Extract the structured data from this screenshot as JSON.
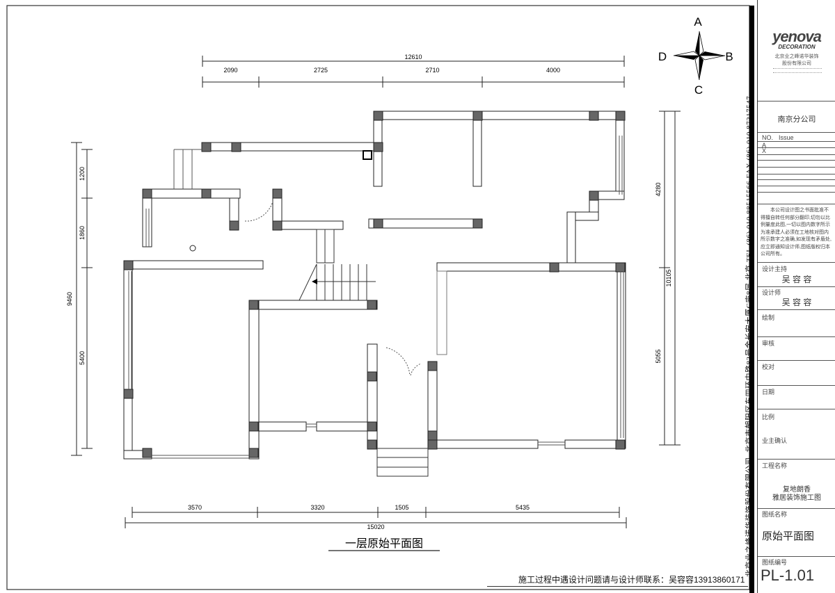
{
  "drawing": {
    "title": "一层原始平面图",
    "compass": {
      "north": "A",
      "east": "B",
      "south": "C",
      "west": "D"
    },
    "dimensions": {
      "top_total": "12610",
      "top": [
        "2090",
        "2725",
        "2710",
        "4000"
      ],
      "left_total": "9460",
      "left": [
        "1200",
        "1860",
        "5400"
      ],
      "right_total": "10105",
      "right": [
        "4280",
        "5055"
      ],
      "bottom_total": "15020",
      "bottom": [
        "3570",
        "3320",
        "1505",
        "5435"
      ]
    },
    "footer_note": "施工过程中遇设计问题请与设计师联系：吴容容13913860171"
  },
  "side_banner": "北京业之峰诺华装饰股份有限公司. 北京市朝阳区东四环中路82号金长安大厦C座8层   北京  TEL (86) 010 88515566   FAX (86) 010 87217547",
  "title_block": {
    "logo": "yenova",
    "logo_sub": "DECORATION",
    "company": "北京业之峰诺华装饰",
    "company2": "股份有限公司",
    "branch": "南京分公司",
    "issue_header_no": "NO.",
    "issue_header": "Issue",
    "issue_rows": [
      "A",
      "X"
    ],
    "notice": "本公司设计图之书面批准不得擅自转任何部分翻印,切勿以比例量度此图,一切以图内数字所示为准承建人必须在工地核对图内所示数字之准确,如发现有矛盾处,应立即通知设计师,图纸版权归本公司所有。",
    "design_lead_label": "设计主持",
    "design_lead": "吴 容 容",
    "designer_label": "设计师",
    "designer": "吴 容 容",
    "drawn_label": "绘制",
    "review_label": "审核",
    "check_label": "校对",
    "date_label": "日期",
    "scale_label": "比例",
    "owner_label": "业主确认",
    "project_label": "工程名称",
    "project_line1": "复地朗香",
    "project_line2": "雅居装饰施工图",
    "drawing_name_label": "图纸名称",
    "drawing_name": "原始平面图",
    "drawing_no_label": "图纸编号",
    "drawing_no": "PL-1.01"
  }
}
